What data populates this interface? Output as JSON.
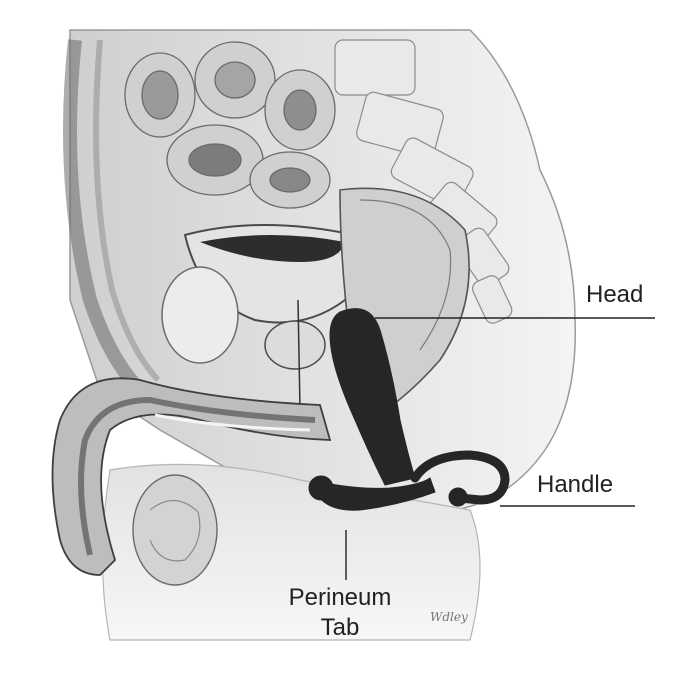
{
  "labels": {
    "head": "Head",
    "handle": "Handle",
    "perineum_tab_line1": "Perineum",
    "perineum_tab_line2": "Tab"
  },
  "signature": "Wdley",
  "colors": {
    "device": "#262626",
    "anatomy_fill": "#d9d9d9",
    "anatomy_dark": "#6e6e6e",
    "label_text": "#222222",
    "leader_line": "#222222"
  }
}
